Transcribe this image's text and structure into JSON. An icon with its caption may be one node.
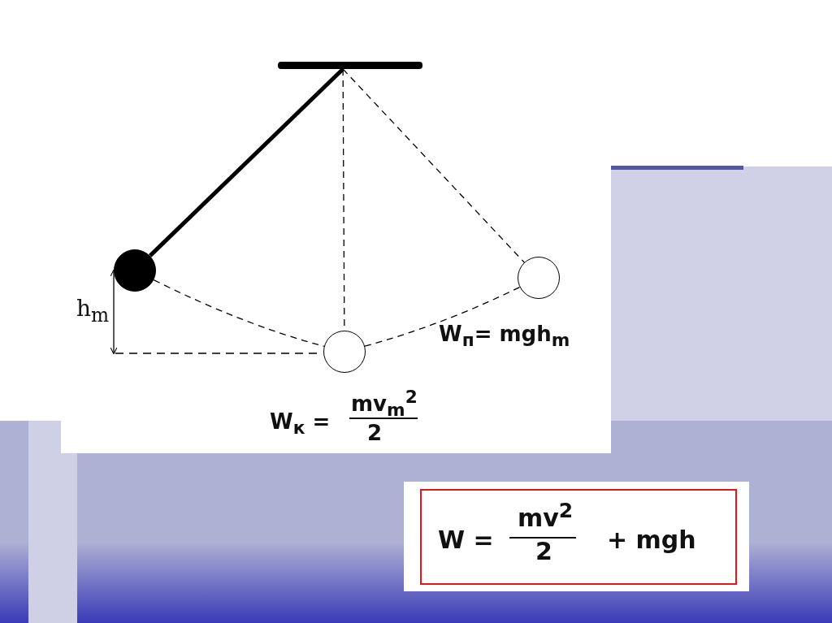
{
  "diagram": {
    "nodes": [
      {
        "text": [],
        "shape": "bar"
      },
      {
        "text": [],
        "shape": "circle"
      },
      {
        "text": [],
        "shape": "circle"
      },
      {
        "text": [],
        "shape": "circle"
      },
      {
        "text": [
          "W =",
          "mv$^{2}$",
          "2",
          "+ mgh"
        ]
      }
    ],
    "edges": [
      {
        "from": 0,
        "to": 1,
        "arrow": "none",
        "style": "thick"
      },
      {
        "from": 0,
        "to": 2,
        "arrow": "none",
        "style": "dashed"
      },
      {
        "from": 0,
        "to": 3,
        "arrow": "none",
        "style": "dashed"
      },
      {
        "from": 1,
        "to": 2,
        "arrow": "none",
        "style": "dashed"
      },
      {
        "from": 2,
        "to": 3,
        "arrow": "none",
        "style": "dashed"
      }
    ],
    "labels": [
      "h$_{m}$",
      "W$_{п}$= mgh$_{m}$",
      "W$_{к}$ =",
      "mv$_{m}$$^{2}$",
      "2"
    ]
  }
}
